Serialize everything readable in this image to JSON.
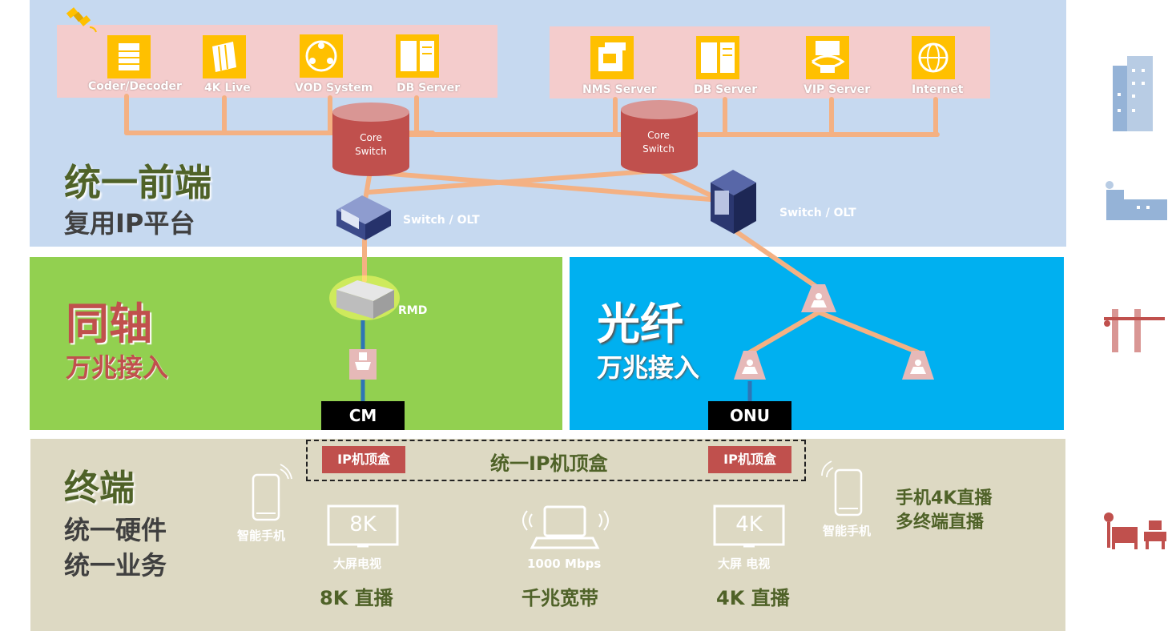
{
  "top_layer": {
    "title": "统一前端",
    "subtitle": "复用IP平台",
    "left_servers": [
      "Coder/Decoder",
      "4K Live",
      "VOD System",
      "DB Server"
    ],
    "right_servers": [
      "NMS Server",
      "DB Server",
      "VIP Server",
      "Internet"
    ],
    "core_switch_left": [
      "Core",
      "Switch"
    ],
    "core_switch_right": [
      "Core",
      "Switch"
    ],
    "switch_olt_left": "Switch / OLT",
    "switch_olt_right": "Switch / OLT"
  },
  "coax_layer": {
    "title": "同轴",
    "subtitle": "万兆接入",
    "rmd_label": "RMD",
    "cm_label": "CM"
  },
  "fiber_layer": {
    "title": "光纤",
    "subtitle": "万兆接入",
    "onu_label": "ONU"
  },
  "terminal_layer": {
    "title": "终端",
    "subtitle_line1": "统一硬件",
    "subtitle_line2": "统一业务",
    "stb_left": "IP机顶盒",
    "stb_right": "IP机顶盒",
    "stb_unified": "统一IP机顶盒",
    "phone_left": "智能手机",
    "phone_right": "智能手机",
    "tv_left_screen": "8K",
    "tv_left_label": "大屏电视",
    "tv_left_service": "8K 直播",
    "laptop_label": "1000 Mbps",
    "laptop_service": "千兆宽带",
    "tv_right_screen": "4K",
    "tv_right_label": "大屏 电视",
    "tv_right_service": "4K 直播",
    "mobile_service_line1": "手机4K直播",
    "mobile_service_line2": "多终端直播"
  },
  "colors": {
    "top_bg": "#c6d9f0",
    "server_box": "#f4cccc",
    "icon_gold": "#ffc000",
    "link_orange": "#f4b183",
    "core_red": "#c0504d",
    "coax_green": "#92d050",
    "fiber_blue": "#00b0f0",
    "terminal_beige": "#ddd9c3",
    "dark_green_text": "#4f6228",
    "side_icon_blue": "#95b3d7",
    "side_icon_red": "#c0504d"
  }
}
